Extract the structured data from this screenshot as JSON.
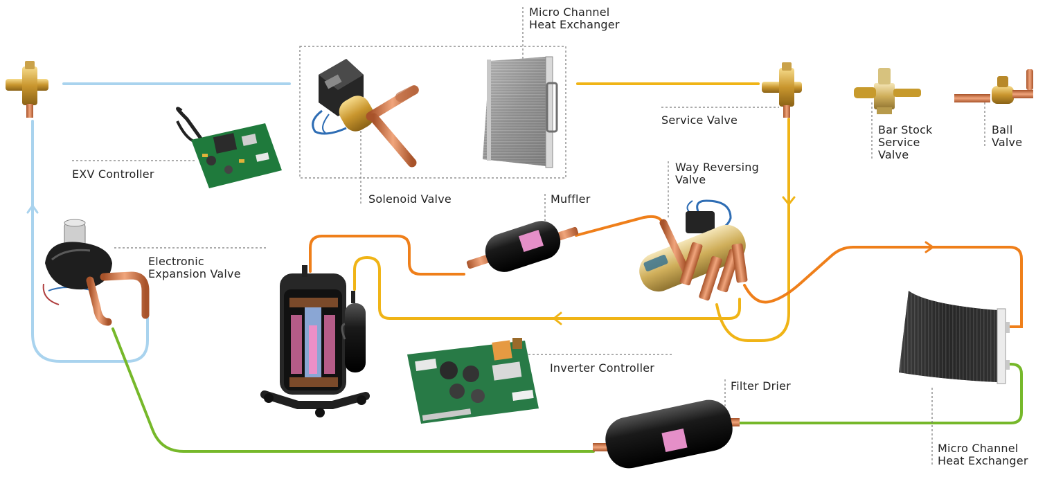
{
  "diagram": {
    "line_colors": {
      "blue": "#a9d3ee",
      "yellow": "#f0b416",
      "orange": "#ef7f1a",
      "green": "#76b82a"
    },
    "labels": {
      "micro_channel_top": "Micro Channel\nHeat Exchanger",
      "service_valve": "Service Valve",
      "bar_stock": "Bar Stock\nService\nValve",
      "ball_valve": "Ball\nValve",
      "exv_controller": "EXV Controller",
      "solenoid_valve": "Solenoid Valve",
      "way_reversing": "Way Reversing\nValve",
      "muffler": "Muffler",
      "electronic_expansion": "Electronic\nExpansion Valve",
      "inverter_controller": "Inverter Controller",
      "filter_drier": "Filter Drier",
      "micro_channel_bottom": "Micro Channel\nHeat Exchanger"
    },
    "components": [
      "service-valve-left",
      "exv-controller",
      "solenoid-valve",
      "micro-channel-heat-exchanger-top",
      "service-valve-right",
      "bar-stock-service-valve",
      "ball-valve",
      "way-reversing-valve",
      "muffler",
      "electronic-expansion-valve",
      "compressor",
      "inverter-controller",
      "filter-drier",
      "micro-channel-heat-exchanger-right"
    ]
  }
}
